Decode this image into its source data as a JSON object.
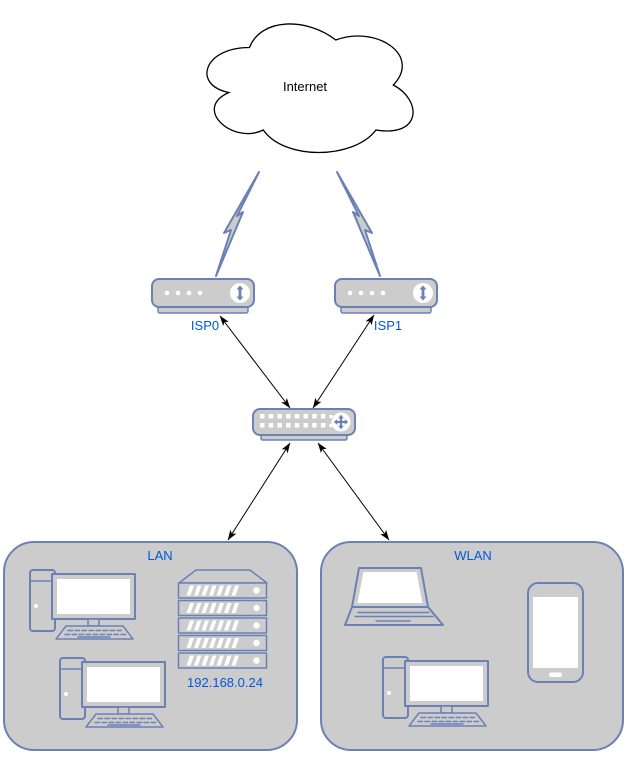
{
  "colors": {
    "stroke": "#6b80b5",
    "fill": "#cccccc",
    "label": "#0058d8",
    "ink": "#000000",
    "white": "#ffffff",
    "bg": "#ffffff"
  },
  "nodes": {
    "internet": {
      "label": "Internet",
      "type": "cloud"
    },
    "isp0": {
      "label": "ISP0",
      "type": "modem"
    },
    "isp1": {
      "label": "ISP1",
      "type": "modem"
    },
    "switch": {
      "type": "switch",
      "icon": "four-way-arrows-icon"
    },
    "server": {
      "label": "192.168.0.24",
      "type": "server-rack"
    }
  },
  "zones": {
    "lan": {
      "label": "LAN",
      "devices": [
        "desktop-pc",
        "desktop-pc",
        "server-rack"
      ]
    },
    "wlan": {
      "label": "WLAN",
      "devices": [
        "laptop",
        "desktop-pc",
        "smartphone"
      ]
    }
  },
  "links": [
    {
      "from": "internet",
      "to": "isp0",
      "style": "lightning-bolt"
    },
    {
      "from": "internet",
      "to": "isp1",
      "style": "lightning-bolt"
    },
    {
      "from": "isp0",
      "to": "switch",
      "style": "double-headed-arrow"
    },
    {
      "from": "isp1",
      "to": "switch",
      "style": "double-headed-arrow"
    },
    {
      "from": "switch",
      "to": "lan",
      "style": "double-headed-arrow"
    },
    {
      "from": "switch",
      "to": "wlan",
      "style": "double-headed-arrow"
    }
  ]
}
